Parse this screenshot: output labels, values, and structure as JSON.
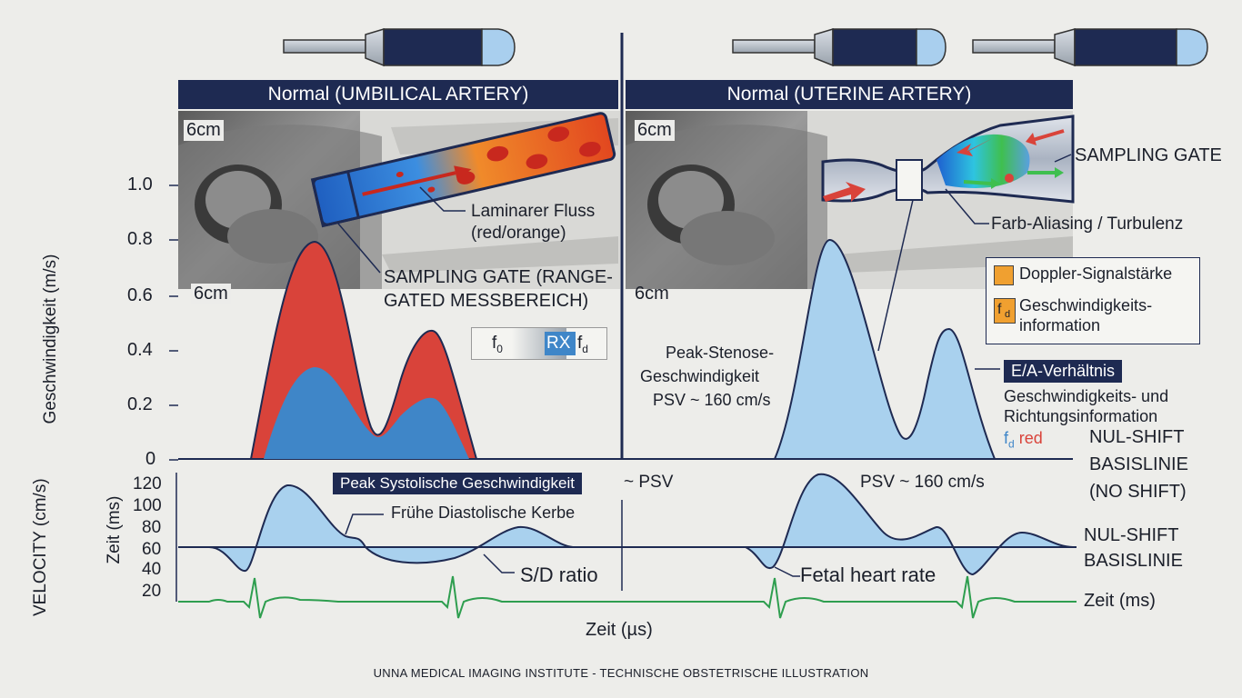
{
  "headers": {
    "left": "Normal (UMBILICAL ARTERY)",
    "right": "Normal (UTERINE ARTERY)"
  },
  "depth_labels": {
    "left_top": "6cm",
    "left_bottom": "6cm",
    "right_top": "6cm",
    "right_bottom": "6cm"
  },
  "axes": {
    "upper_ylabel": "Geschwindigkeit (m/s)",
    "upper_ticks": [
      "1.0",
      "0.8",
      "0.6",
      "0.4",
      "0.2",
      "0"
    ],
    "lower_ylabel_outer": "VELOCITY (cm/s)",
    "lower_ylabel_inner": "Zeit (ms)",
    "lower_ticks": [
      "120",
      "100",
      "80",
      "60",
      "40",
      "20"
    ],
    "xlabel": "Zeit (µs)"
  },
  "annotations": {
    "laminar_line1": "Laminarer Fluss",
    "laminar_line2": "(red/orange)",
    "gate_left_line1": "SAMPLING GATE (RANGE-",
    "gate_left_line2": "GATED MESSBEREICH)",
    "fd_scale_f0": "f",
    "fd_scale_f0_sub": "0",
    "fd_scale_rx": "RX",
    "fd_scale_fd": "f",
    "fd_scale_fd_sub": "d",
    "gate_right": "SAMPLING GATE",
    "aliasing": "Farb-Aliasing / Turbulenz",
    "legend_item1": "Doppler-Signalstärke",
    "legend_item2_line1": "Geschwindigkeits-",
    "legend_item2_line2": "information",
    "legend_fd": "f",
    "legend_fd_sub": "d",
    "psv_stenose_line1": "Peak-Stenose-",
    "psv_stenose_line2": "Geschwindigkeit",
    "psv_stenose_line3": "PSV ~ 160 cm/s",
    "ea_ratio": "E/A-Verhältnis",
    "ea_info_line1": "Geschwindigkeits- und",
    "ea_info_line2": "Richtungsinformation",
    "fd_red_f": "f",
    "fd_red_sub": "d",
    "fd_red_word": "red",
    "nul_shift_top_1": "NUL-SHIFT",
    "nul_shift_top_2": "BASISLINIE",
    "nul_shift_top_3": "(NO SHIFT)",
    "peak_systolic": "Peak Systolische Geschwindigkeit",
    "psv_tilde": "~ PSV",
    "early_diastolic": "Frühe Diastolische Kerbe",
    "sd_ratio": "S/D ratio",
    "psv_right": "PSV ~ 160 cm/s",
    "fetal_hr": "Fetal heart rate",
    "nul_shift_bottom_1": "NUL-SHIFT",
    "nul_shift_bottom_2": "BASISLINIE",
    "zeit_ms_right": "Zeit (ms)"
  },
  "footer": "UNNA MEDICAL IMAGING INSTITUTE - TECHNISCHE OBSTETRISCHE ILLUSTRATION",
  "colors": {
    "navy": "#1e2a52",
    "red_flow": "#d9433a",
    "blue_flow": "#3f86c8",
    "light_blue": "#a9d1ee",
    "ecg_green": "#2e9e4f",
    "orange": "#f0a030"
  }
}
